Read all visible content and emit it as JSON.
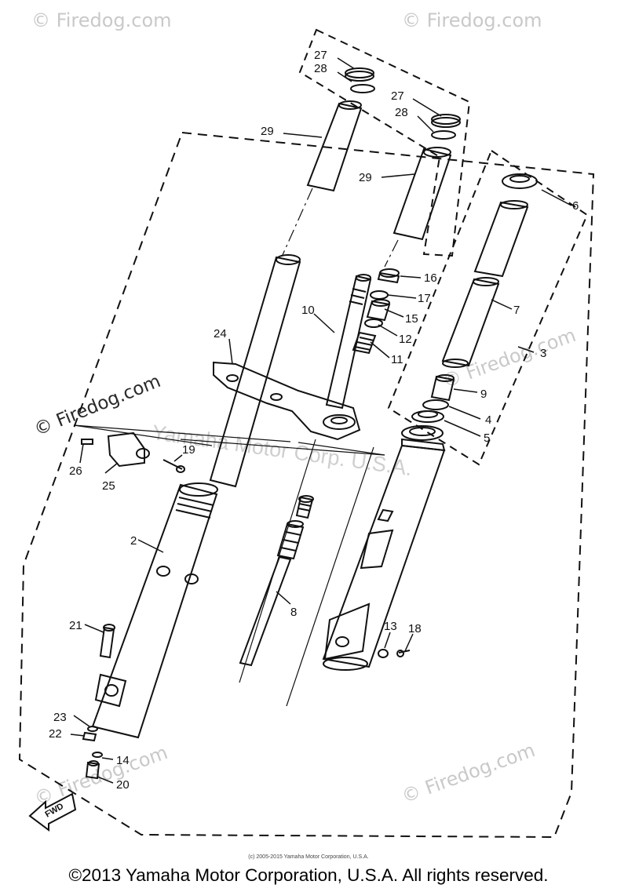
{
  "watermark": {
    "brand": "© Firedog.com",
    "center": "Yamaha Motor Corp. U.S.A."
  },
  "fwd_label": "FWD",
  "small_copyright": "(c) 2005-2015 Yamaha Motor Corporation, U.S.A.",
  "footer": "©2013 Yamaha Motor Corporation, U.S.A. All rights reserved.",
  "callouts": {
    "c2": "2",
    "c3": "3",
    "c4": "4",
    "c5": "5",
    "c6": "6",
    "c7": "7",
    "c8": "8",
    "c9": "9",
    "c10": "10",
    "c11": "11",
    "c12": "12",
    "c13": "13",
    "c14": "14",
    "c15": "15",
    "c16": "16",
    "c17": "17",
    "c18": "18",
    "c19": "19",
    "c20": "20",
    "c21": "21",
    "c22": "22",
    "c23": "23",
    "c24": "24",
    "c25": "25",
    "c26": "26",
    "c27a": "27",
    "c28a": "28",
    "c27b": "27",
    "c28b": "28",
    "c29a": "29",
    "c29b": "29"
  }
}
